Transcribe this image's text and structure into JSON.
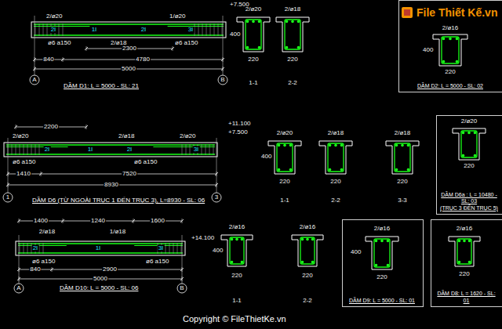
{
  "diagram": {
    "nodes": [
      {
        "text": [
          "DẦM D2: L = 5000 - SL: 02"
        ]
      },
      {
        "text": [
          "DẦM D6a : L = 10480 - SL: 03",
          "(TRỤC 3 ĐẾN TRỤC 5)"
        ]
      },
      {
        "text": [
          "DẦM D9: L = 5000 - SL: 01"
        ]
      },
      {
        "text": [
          "DẦM D8: L = 1620 - SL: 01"
        ]
      }
    ],
    "labels": [
      "+7.500",
      "2/ø20",
      "1/ø20",
      "2I",
      "1I",
      "2I",
      "3I",
      "ø6 a150",
      "2/ø18",
      "ø6 a150",
      "2300",
      "840",
      "4780",
      "5000",
      "A",
      "B",
      "DẦM D1: L = 5000 - SL: 21",
      "2/ø20",
      "2/ø18",
      "400",
      "220",
      "220",
      "1-1",
      "2-2",
      "File Thiết Kế.vn",
      "2/ø16",
      "400",
      "220",
      "2200",
      "+11.100",
      "+7.500",
      "2/ø20",
      "2/ø18",
      "2/ø20",
      "2I",
      "1I",
      "2I",
      "3I",
      "ø6 a150",
      "ø6 a150",
      "1410",
      "7520",
      "8930",
      "1",
      "3",
      "DẦM D6 (TỪ NGOÀI TRỤC 1 ĐẾN TRỤC 3), L=8930 - SL: 06",
      "2/ø20",
      "2/ø18",
      "2/ø18",
      "400",
      "220",
      "220",
      "220",
      "1-1",
      "2-2",
      "3-3",
      "2/ø20",
      "220",
      "1400",
      "1240",
      "1600",
      "+14.100",
      "2/ø18",
      "1/ø18",
      "2I",
      "1I",
      "3I",
      "ø6 a150",
      "ø6 a150",
      "840",
      "2900",
      "5000",
      "A",
      "B",
      "DẦM D10: L = 5000 - SL: 06",
      "2/ø16",
      "2/ø16",
      "400",
      "220",
      "220",
      "1-1",
      "2-2",
      "2/ø16",
      "400",
      "220",
      "2/ø16",
      "220",
      "Copyright © FileThietKe.vn"
    ]
  }
}
